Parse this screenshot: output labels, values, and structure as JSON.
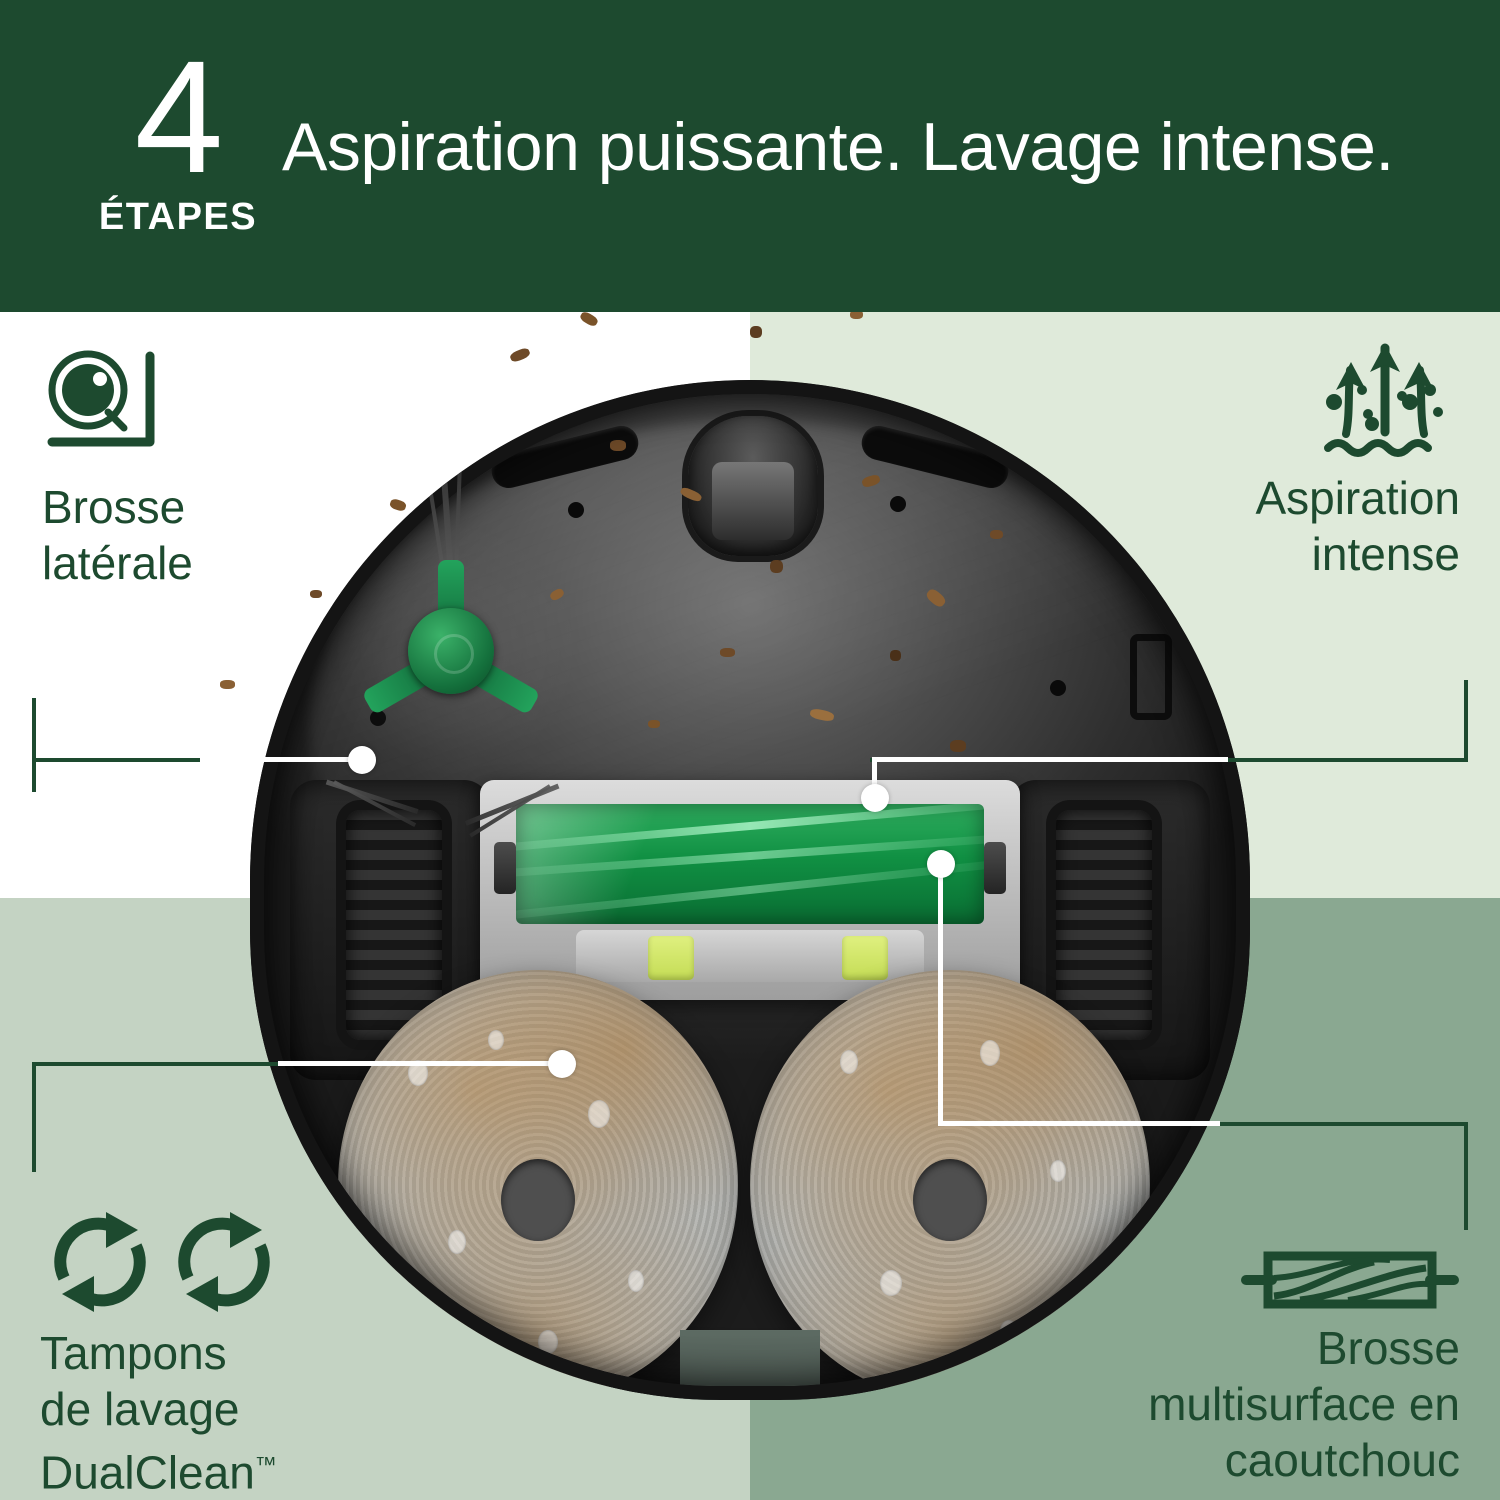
{
  "header": {
    "step_number": "4",
    "step_label": "ÉTAPES",
    "headline": "Aspiration puissante. Lavage intense."
  },
  "theme": {
    "brand_green": "#1d4a2f",
    "quad_top_left": "#ffffff",
    "quad_top_right": "#dfeada",
    "quad_bottom_left": "#c4d3c3",
    "quad_bottom_right": "#8aa891",
    "accent_green": "#14703c",
    "callout_line": "#ffffff"
  },
  "features": [
    {
      "id": "side-brush",
      "icon": "side-brush-corner-icon",
      "label_line1": "Brosse",
      "label_line2": "latérale",
      "position": "top-left"
    },
    {
      "id": "suction",
      "icon": "suction-arrows-icon",
      "label_line1": "Aspiration",
      "label_line2": "intense",
      "position": "top-right"
    },
    {
      "id": "dualclean-pads",
      "icon": "dual-rotating-pads-icon",
      "label_line1": "Tampons",
      "label_line2": "de lavage",
      "label_line3": "DualClean",
      "trademark": "™",
      "position": "bottom-left"
    },
    {
      "id": "rubber-brush",
      "icon": "roller-brush-icon",
      "label_line1": "Brosse",
      "label_line2": "multisurface en",
      "label_line3": "caoutchouc",
      "position": "bottom-right"
    }
  ],
  "product": {
    "name": "robot-vacuum-underside",
    "parts": [
      "side-brush",
      "rubber-multisurface-roller-brush",
      "dual-mop-pads",
      "drive-wheels",
      "front-caster"
    ]
  }
}
